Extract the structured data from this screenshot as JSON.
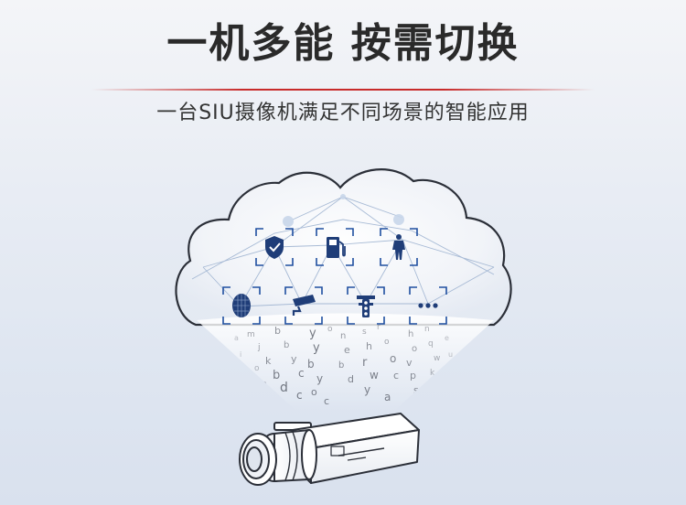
{
  "headline": "一机多能  按需切换",
  "subline": "一台SIU摄像机满足不同场景的智能应用",
  "colors": {
    "accent": "#c82a2a",
    "headline": "#2a2a2a",
    "icon_blue": "#1f4fa0"
  },
  "icons": [
    "security-shield-icon",
    "fuel-pump-icon",
    "human-body-icon",
    "face-recognition-icon",
    "cctv-camera-icon",
    "traffic-light-icon",
    "more-dots-icon"
  ],
  "falling_letters": "abcdefghijklmnopqrstuvwxyz"
}
